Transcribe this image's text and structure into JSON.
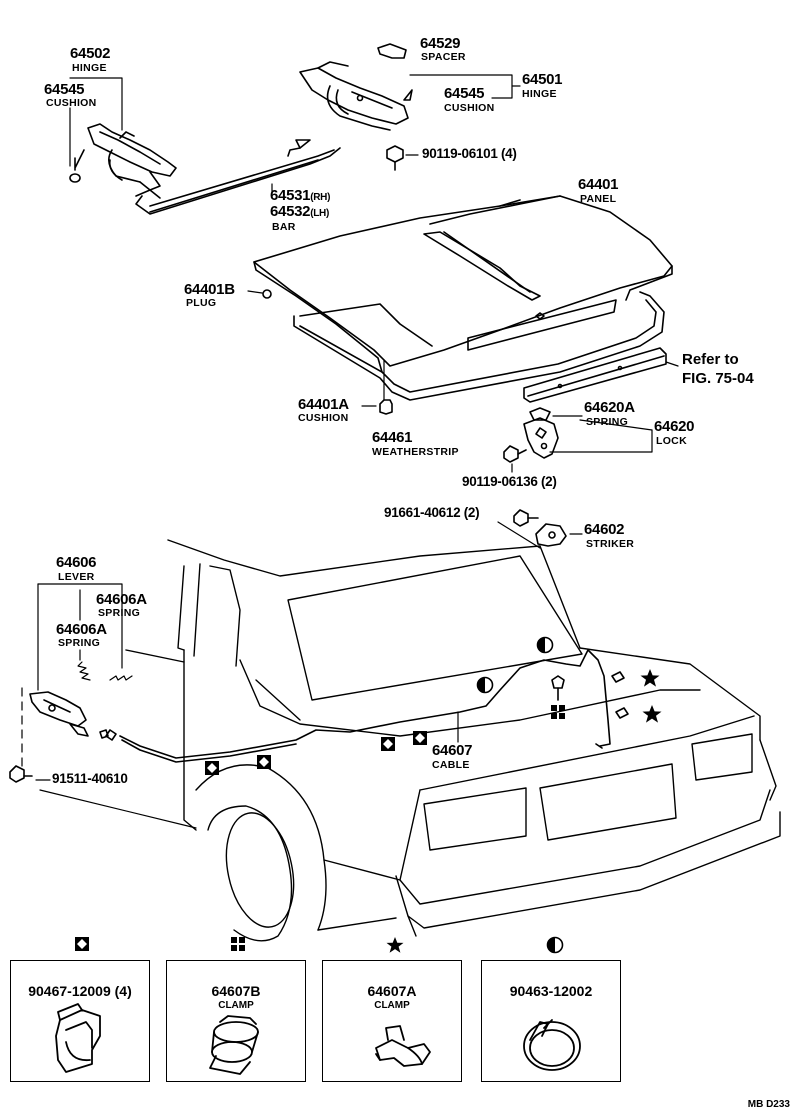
{
  "parts": {
    "hinge_lh": {
      "number": "64502",
      "name": "HINGE"
    },
    "cushion_lh": {
      "number": "64545",
      "name": "CUSHION"
    },
    "spacer": {
      "number": "64529",
      "name": "SPACER"
    },
    "hinge_rh": {
      "number": "64501",
      "name": "HINGE"
    },
    "cushion_rh": {
      "number": "64545",
      "name": "CUSHION"
    },
    "bolt_hinge": {
      "number": "90119-06101 (4)"
    },
    "bar_rh": {
      "number": "64531",
      "suffix": "(RH)"
    },
    "bar_lh": {
      "number": "64532",
      "suffix": "(LH)"
    },
    "bar": {
      "name": "BAR"
    },
    "panel": {
      "number": "64401",
      "name": "PANEL"
    },
    "plug": {
      "number": "64401B",
      "name": "PLUG"
    },
    "refer": {
      "line1": "Refer to",
      "line2": "FIG. 75-04"
    },
    "cushion_a": {
      "number": "64401A",
      "name": "CUSHION"
    },
    "weatherstrip": {
      "number": "64461",
      "name": "WEATHERSTRIP"
    },
    "spring_a": {
      "number": "64620A",
      "name": "SPRING"
    },
    "lock": {
      "number": "64620",
      "name": "LOCK"
    },
    "bolt_lock": {
      "number": "90119-06136 (2)"
    },
    "bolt_striker": {
      "number": "91661-40612 (2)"
    },
    "striker": {
      "number": "64602",
      "name": "STRIKER"
    },
    "lever": {
      "number": "64606",
      "name": "LEVER"
    },
    "spring_b": {
      "number": "64606A",
      "name": "SPRING"
    },
    "spring_c": {
      "number": "64606A",
      "name": "SPRING"
    },
    "cable": {
      "number": "64607",
      "name": "CABLE"
    },
    "bolt_lever": {
      "number": "91511-40610"
    }
  },
  "legend": [
    {
      "symbol": "diamond-in-square",
      "number": "90467-12009 (4)",
      "name": ""
    },
    {
      "symbol": "four-squares",
      "number": "64607B",
      "name": "CLAMP"
    },
    {
      "symbol": "star",
      "number": "64607A",
      "name": "CLAMP"
    },
    {
      "symbol": "half-circle",
      "number": "90463-12002",
      "name": ""
    }
  ],
  "footer": "MB  D233"
}
